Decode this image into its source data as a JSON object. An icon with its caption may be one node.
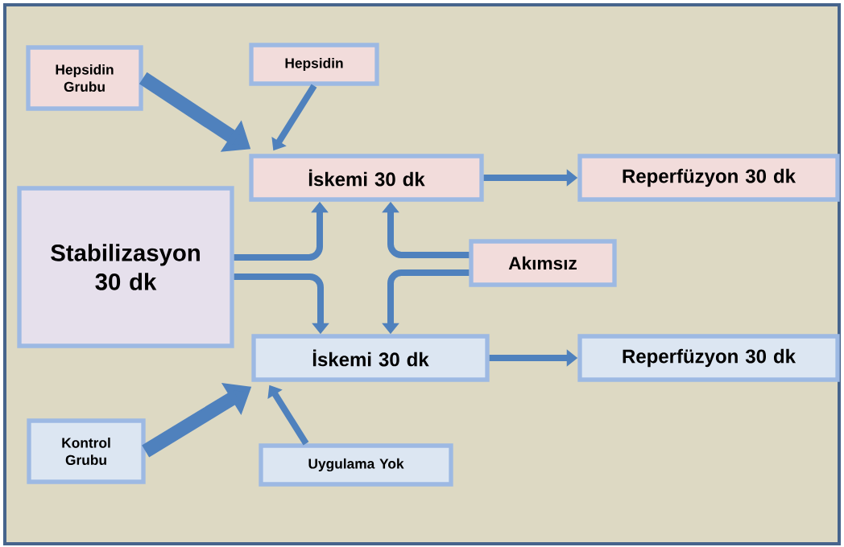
{
  "diagram": {
    "nodes": [
      {
        "text": [
          "Hepsidin Grubu"
        ]
      },
      {
        "text": [
          "Hepsidin"
        ]
      },
      {
        "text": [
          "İskemi 30 dk"
        ]
      },
      {
        "text": [
          "Reperfüzyon 30 dk"
        ]
      },
      {
        "text": [
          "Stabilizasyon 30 dk"
        ]
      },
      {
        "text": [
          "Akımsız"
        ]
      },
      {
        "text": [
          "İskemi 30 dk"
        ]
      },
      {
        "text": [
          "Reperfüzyon 30 dk"
        ]
      },
      {
        "text": [
          "Kontrol Grubu"
        ]
      },
      {
        "text": [
          "Uygulama Yok"
        ]
      }
    ],
    "edges": [
      {
        "from": 0,
        "to": 2,
        "arrow": "to",
        "style": "thick"
      },
      {
        "from": 1,
        "to": 2,
        "arrow": "to"
      },
      {
        "from": 2,
        "to": 3,
        "arrow": "to"
      },
      {
        "from": 4,
        "to": 2,
        "arrow": "to"
      },
      {
        "from": 4,
        "to": 6,
        "arrow": "to"
      },
      {
        "from": 5,
        "to": 2,
        "arrow": "to"
      },
      {
        "from": 5,
        "to": 6,
        "arrow": "to"
      },
      {
        "from": 6,
        "to": 7,
        "arrow": "to"
      },
      {
        "from": 8,
        "to": 6,
        "arrow": "to",
        "style": "thick"
      },
      {
        "from": 9,
        "to": 6,
        "arrow": "to"
      }
    ]
  }
}
